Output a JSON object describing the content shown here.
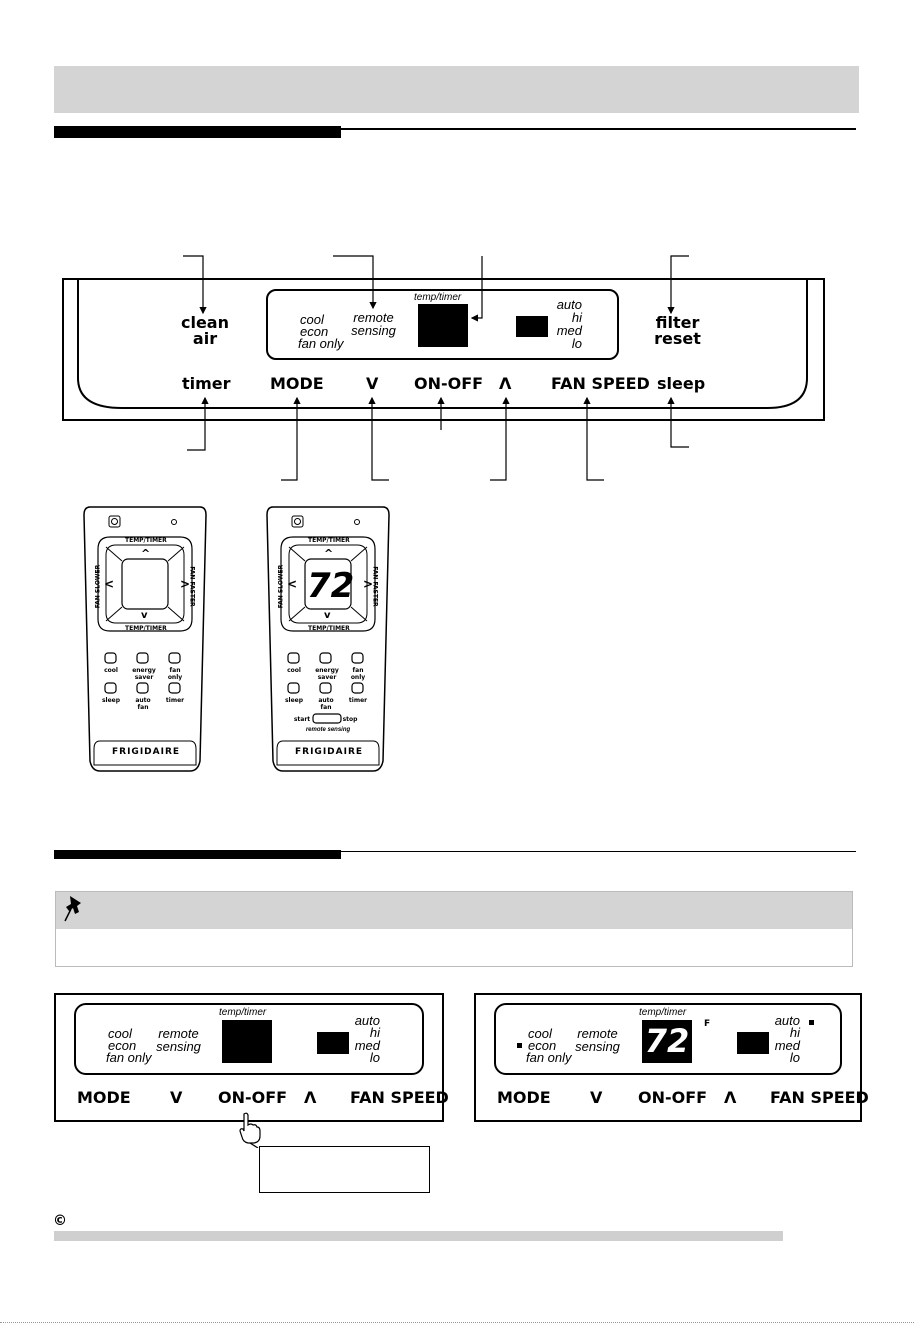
{
  "control_panel": {
    "clean_air": "clean\nair",
    "filter_reset": "filter\nreset",
    "display_modes": [
      "cool",
      "econ",
      "fan only"
    ],
    "remote_sensing": "remote\nsensing",
    "temp_timer": "temp/timer",
    "fan_speeds": [
      "auto",
      "hi",
      "med",
      "lo"
    ],
    "buttons": {
      "timer": "timer",
      "mode": "MODE",
      "down": "V",
      "on_off": "ON-OFF",
      "up": "Λ",
      "fan_speed": "FAN SPEED",
      "sleep": "sleep"
    }
  },
  "remote": {
    "temp_timer": "TEMP/TIMER",
    "fan_slower": "FAN SLOWER",
    "fan_faster": "FAN FASTER",
    "display_value": "72",
    "keys": [
      "cool",
      "energy saver",
      "fan only",
      "sleep",
      "auto fan",
      "timer"
    ],
    "start": "start",
    "stop": "stop",
    "remote_sensing": "remote sensing",
    "brand": "FRIGIDAIRE"
  },
  "state_panel": {
    "modes": [
      "cool",
      "econ",
      "fan only"
    ],
    "remote_sensing": "remote\nsensing",
    "temp_timer": "temp/timer",
    "fan_speeds": [
      "auto",
      "hi",
      "med",
      "lo"
    ],
    "buttons": [
      "MODE",
      "V",
      "ON-OFF",
      "Λ",
      "FAN SPEED"
    ],
    "display_value": "72",
    "unit": "F"
  },
  "footer": {
    "copyright_symbol": "©"
  }
}
